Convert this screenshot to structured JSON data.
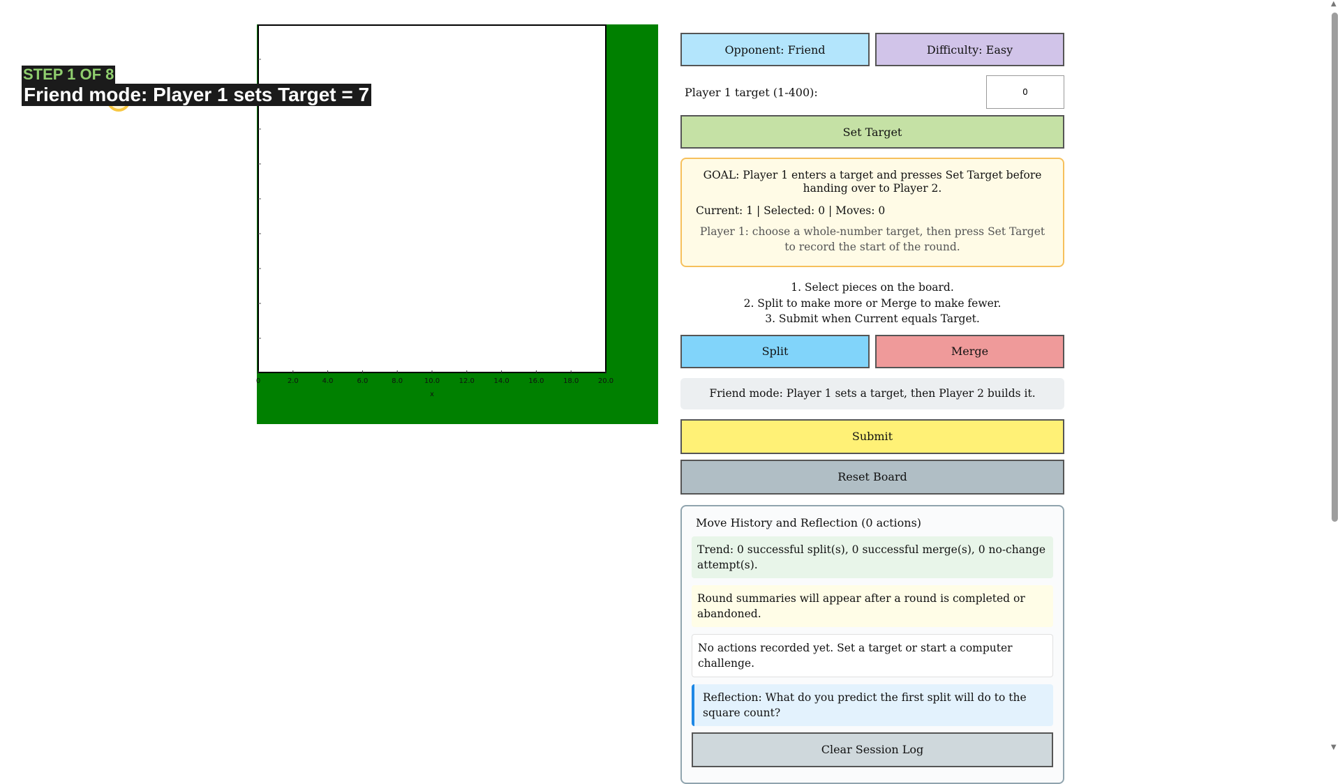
{
  "tutorial": {
    "step_label": "STEP 1 OF 8",
    "step_title": "Friend mode: Player 1 sets Target = 7"
  },
  "board": {
    "x_ticks": [
      "0",
      "2.0",
      "4.0",
      "6.0",
      "8.0",
      "10.0",
      "12.0",
      "14.0",
      "16.0",
      "18.0",
      "20.0"
    ],
    "x_label": "x",
    "background_color": "#008000"
  },
  "controls": {
    "opponent_label": "Opponent: Friend",
    "difficulty_label": "Difficulty: Easy",
    "target_label": "Player 1 target (1-400):",
    "target_value": "0",
    "set_target_label": "Set Target"
  },
  "goal": {
    "text": "GOAL: Player 1 enters a target and presses Set Target before handing over to Player 2.",
    "status": "Current: 1 | Selected: 0 | Moves: 0",
    "hint": "Player 1: choose a whole-number target, then press Set Target to record the start of the round."
  },
  "instructions": [
    "1. Select pieces on the board.",
    "2. Split to make more or Merge to make fewer.",
    "3. Submit when Current equals Target."
  ],
  "actions": {
    "split_label": "Split",
    "merge_label": "Merge",
    "mode_message": "Friend mode: Player 1 sets a target, then Player 2 builds it.",
    "submit_label": "Submit",
    "reset_label": "Reset Board"
  },
  "history": {
    "title": "Move History and Reflection (0 actions)",
    "trend": "Trend: 0 successful split(s), 0 successful merge(s), 0 no-change attempt(s).",
    "round_summary": "Round summaries will appear after a round is completed or abandoned.",
    "no_actions": "No actions recorded yet. Set a target or start a computer challenge.",
    "reflection": "Reflection: What do you predict the first split will do to the square count?",
    "clear_label": "Clear Session Log"
  },
  "colors": {
    "opponent": "#b3e5fc",
    "difficulty": "#d1c4e9",
    "set_target": "#c5e1a5",
    "split": "#81d4fa",
    "merge": "#ef9a9a",
    "submit": "#fff176",
    "reset": "#b0bec5"
  }
}
